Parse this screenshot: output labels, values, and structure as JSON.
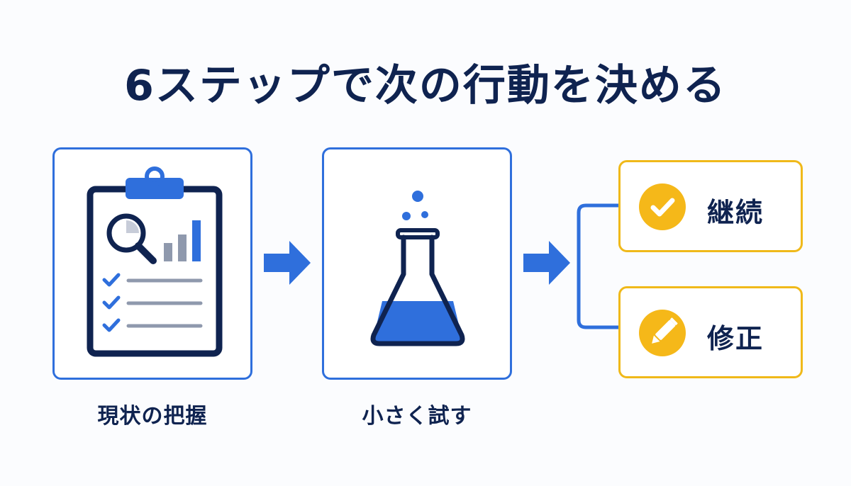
{
  "title": "6ステップで次の行動を決める",
  "steps": [
    {
      "label": "現状の把握",
      "icon": "clipboard-analysis-icon"
    },
    {
      "label": "小さく試す",
      "icon": "flask-icon"
    }
  ],
  "outcomes": [
    {
      "label": "継続",
      "icon": "check-icon"
    },
    {
      "label": "修正",
      "icon": "pencil-icon"
    }
  ],
  "colors": {
    "primary": "#2f6fdc",
    "navy": "#0f2350",
    "accent": "#f5b819",
    "gray": "#8f99ad"
  }
}
